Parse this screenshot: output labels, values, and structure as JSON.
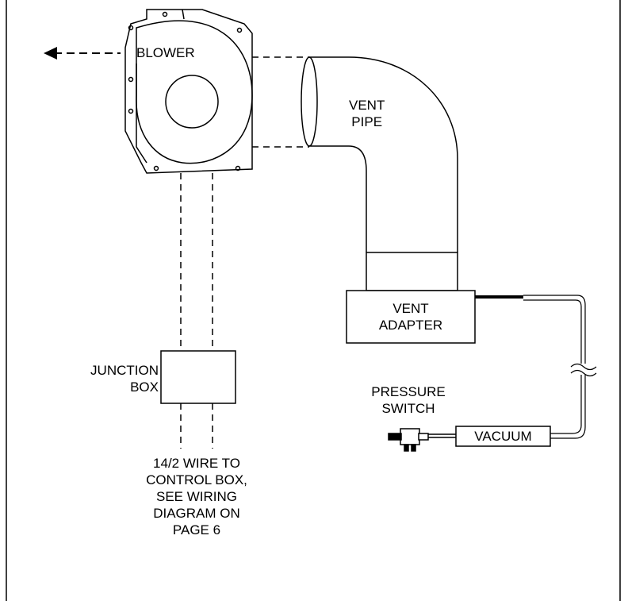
{
  "labels": {
    "blower": "BLOWER",
    "vent_pipe": [
      "VENT",
      "PIPE"
    ],
    "vent_adapter": [
      "VENT",
      "ADAPTER"
    ],
    "junction_box": [
      "JUNCTION",
      "BOX"
    ],
    "pressure_switch": [
      "PRESSURE",
      "SWITCH"
    ],
    "vacuum": "VACUUM",
    "wire_note": [
      "14/2 WIRE TO",
      "CONTROL BOX,",
      "SEE WIRING",
      "DIAGRAM ON",
      "PAGE 6"
    ]
  },
  "colors": {
    "line": "#000000",
    "background": "#ffffff"
  }
}
